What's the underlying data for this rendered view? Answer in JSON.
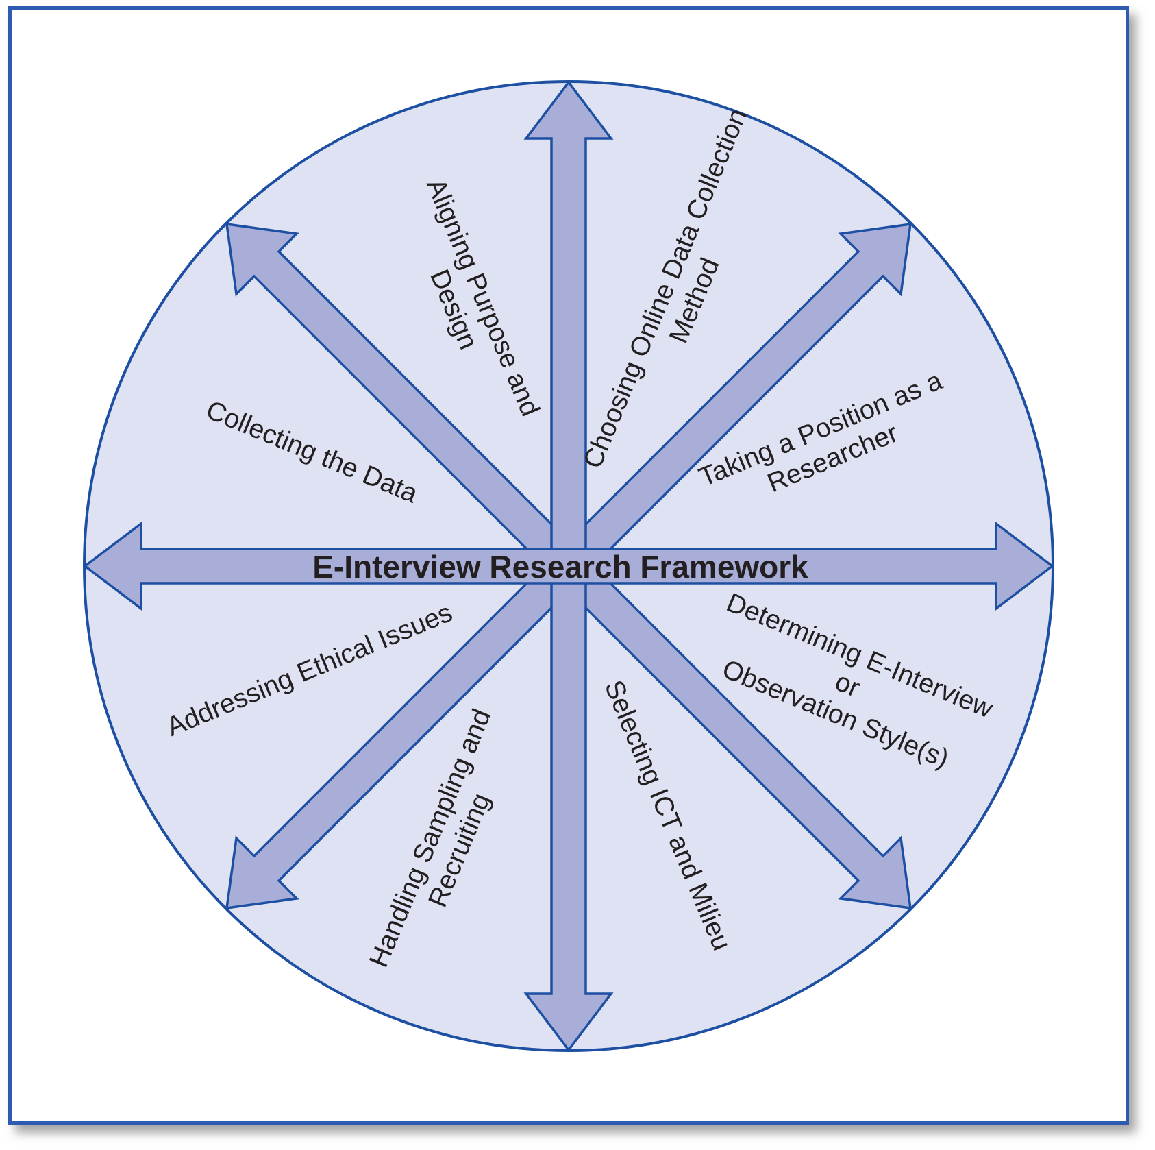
{
  "diagram": {
    "title": "E-Interview Research Framework",
    "segments": [
      {
        "label": "Aligning Purpose and\nDesign"
      },
      {
        "label": "Choosing Online Data Collection\nMethod"
      },
      {
        "label": "Collecting the Data"
      },
      {
        "label": "Taking a Position as a Researcher"
      },
      {
        "label": "Addressing Ethical Issues"
      },
      {
        "label": "Determining E-Interview or\nObservation Style(s)"
      },
      {
        "label": "Handling Sampling and\nRecruiting"
      },
      {
        "label": "Selecting ICT and Milieu"
      }
    ],
    "colors": {
      "circle_fill": "#dfe2f2",
      "arrow_fill": "#a8aed8",
      "outline_blue": "#1d4fa3",
      "frame_border": "#2e5bb1",
      "text": "#231f20"
    }
  }
}
